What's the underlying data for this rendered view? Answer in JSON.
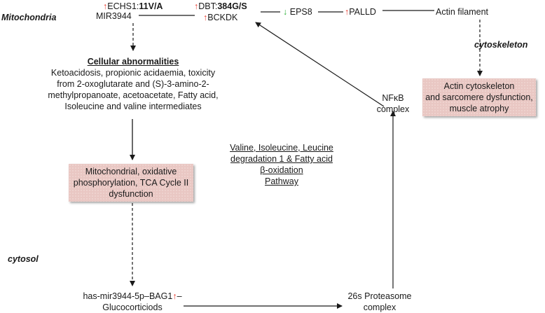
{
  "compartments": {
    "mitochondria": "Mitochondria",
    "cytoskeleton": "cytoskeleton",
    "cytosol": "cytosol"
  },
  "genes": {
    "echs1": {
      "arrow": "↑",
      "name": "ECHS1:",
      "variant": "11V/A"
    },
    "mir3944": "MIR3944",
    "dbt": {
      "arrow": "↑",
      "name": "DBT:",
      "variant": "384G/S"
    },
    "bckdk": {
      "arrow": "↑",
      "name": "BCKDK"
    },
    "eps8": {
      "arrow": "↓",
      "name": "EPS8"
    },
    "palld": {
      "arrow": "↑",
      "name": "PALLD"
    },
    "actin_filament": "Actin filament"
  },
  "cellular_abnormalities": {
    "title": "Cellular abnormalities",
    "lines": [
      "Ketoacidosis, propionic acidaemia, toxicity",
      "from 2-oxoglutarate and (S)-3-amino-2-",
      "methylpropanoate, acetoacetate, Fatty acid,",
      "Isoleucine and valine intermediates"
    ]
  },
  "mito_box": {
    "lines": [
      "Mitochondrial, oxidative",
      "phosphorylation, TCA Cycle II",
      "dysfunction"
    ]
  },
  "cyto_box": {
    "lines": [
      "Actin cytoskeleton",
      "and sarcomere dysfunction,",
      "muscle atrophy"
    ]
  },
  "nfkb": {
    "lines": [
      "NFκB",
      "complex"
    ]
  },
  "pathway": {
    "lines": [
      "Valine, Isoleucine, Leucine",
      "degradation 1 & Fatty acid",
      "β-oxidation",
      "Pathway"
    ]
  },
  "mirna": {
    "prefix": "has-mir3944-5p–BAG1",
    "arrow": "↑",
    "suffix": "–",
    "line2": "Glucocorticiods"
  },
  "proteasome": {
    "lines": [
      "26s Proteasome",
      "complex"
    ]
  },
  "colors": {
    "up": "#e8392c",
    "down": "#2fb03a",
    "box_fill": "#e9c7c3",
    "line": "#1a1a1a"
  }
}
